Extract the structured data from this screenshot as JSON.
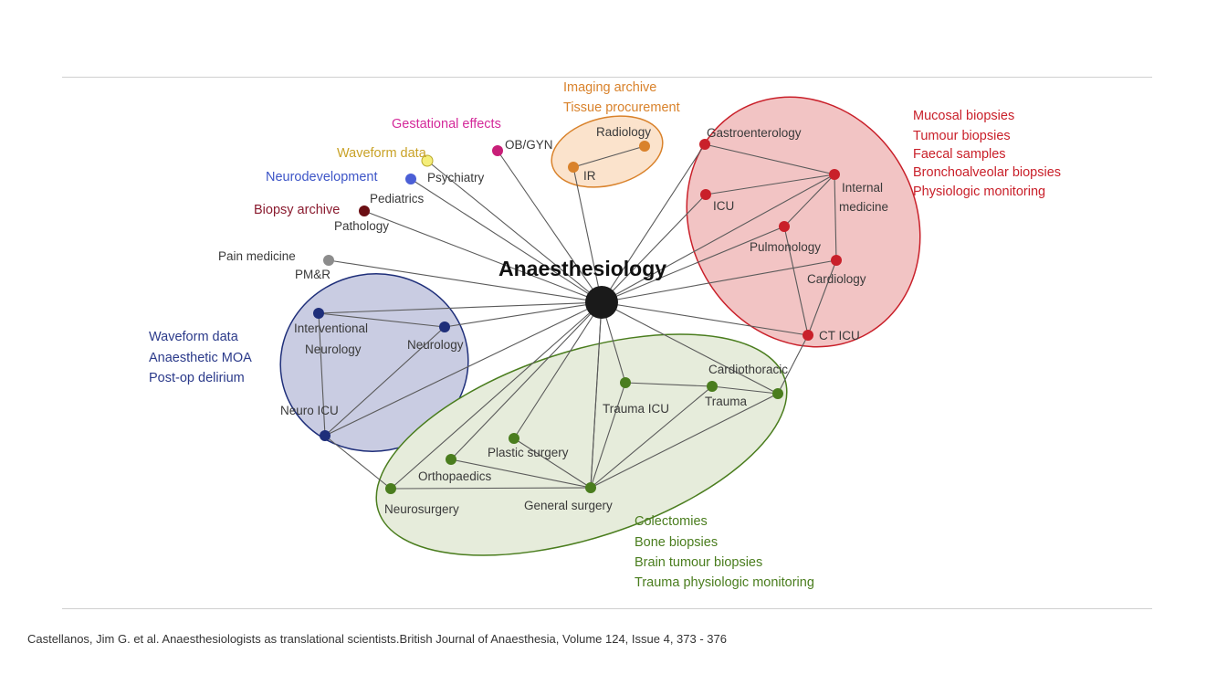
{
  "diagram": {
    "center": {
      "label": "Anaesthesiology"
    },
    "groups": {
      "imaging": {
        "color": "#d9822b",
        "fill": "#fbe3cc",
        "annotations": [
          "Imaging archive",
          "Tissue procurement"
        ]
      },
      "internal_medicine": {
        "color": "#c9202a",
        "fill": "#f2c4c4",
        "annotations": [
          "Mucosal biopsies",
          "Tumour biopsies",
          "Faecal samples",
          "Bronchoalveolar biopsies",
          "Physiologic monitoring"
        ]
      },
      "neurology": {
        "color": "#1f2f7a",
        "fill": "#c9cce2",
        "annotations": [
          "Waveform data",
          "Anaesthetic MOA",
          "Post-op delirium"
        ]
      },
      "surgery": {
        "color": "#4a7d1e",
        "fill": "#e6ecdb",
        "annotations": [
          "Colectomies",
          "Bone biopsies",
          "Brain tumour biopsies",
          "Trauma physiologic monitoring"
        ]
      }
    },
    "nodes": [
      {
        "id": "ob",
        "label": "OB/GYN",
        "color": "#c81e78"
      },
      {
        "id": "psy",
        "label": "Psychiatry",
        "color": "#f5ee7a"
      },
      {
        "id": "ped",
        "label": "Pediatrics",
        "color": "#4b5fd6"
      },
      {
        "id": "path",
        "label": "Pathology",
        "color": "#6b0f14"
      },
      {
        "id": "pain",
        "label": "Pain medicine",
        "color": "#8c8c8c"
      },
      {
        "id": "pmr",
        "label": "PM&R"
      },
      {
        "id": "rad",
        "label": "Radiology",
        "color": "#d9822b"
      },
      {
        "id": "ir",
        "label": "IR",
        "color": "#d9822b"
      },
      {
        "id": "gastro",
        "label": "Gastroenterology",
        "color": "#c9202a"
      },
      {
        "id": "im",
        "label": "Internal medicine",
        "color": "#c9202a"
      },
      {
        "id": "icu",
        "label": "ICU",
        "color": "#c9202a"
      },
      {
        "id": "pulm",
        "label": "Pulmonology",
        "color": "#c9202a"
      },
      {
        "id": "card",
        "label": "Cardiology",
        "color": "#c9202a"
      },
      {
        "id": "cticu",
        "label": "CT ICU",
        "color": "#c9202a"
      },
      {
        "id": "ineuro",
        "label": "Interventional Neurology",
        "color": "#1f2f7a"
      },
      {
        "id": "neuro",
        "label": "Neurology",
        "color": "#1f2f7a"
      },
      {
        "id": "nicu",
        "label": "Neuro ICU",
        "color": "#1f2f7a"
      },
      {
        "id": "cardio",
        "label": "Cardiothoracic",
        "color": "#4a7d1e"
      },
      {
        "id": "trauma",
        "label": "Trauma",
        "color": "#4a7d1e"
      },
      {
        "id": "ticu",
        "label": "Trauma ICU",
        "color": "#4a7d1e"
      },
      {
        "id": "plastic",
        "label": "Plastic surgery",
        "color": "#4a7d1e"
      },
      {
        "id": "ortho",
        "label": "Orthopaedics",
        "color": "#4a7d1e"
      },
      {
        "id": "gensurg",
        "label": "General surgery",
        "color": "#4a7d1e"
      },
      {
        "id": "nsurg",
        "label": "Neurosurgery",
        "color": "#4a7d1e"
      }
    ],
    "side_annotations": [
      {
        "id": "gest",
        "text": "Gestational effects",
        "color": "#d42a9a"
      },
      {
        "id": "wave1",
        "text": "Waveform data",
        "color": "#c9a227"
      },
      {
        "id": "ndev",
        "text": "Neurodevelopment",
        "color": "#3d55c7"
      },
      {
        "id": "biop",
        "text": "Biopsy archive",
        "color": "#8a1b2f"
      }
    ]
  },
  "citation": "Castellanos, Jim G. et al. Anaesthesiologists as translational scientists.British Journal of Anaesthesia, Volume 124, Issue 4, 373 - 376"
}
